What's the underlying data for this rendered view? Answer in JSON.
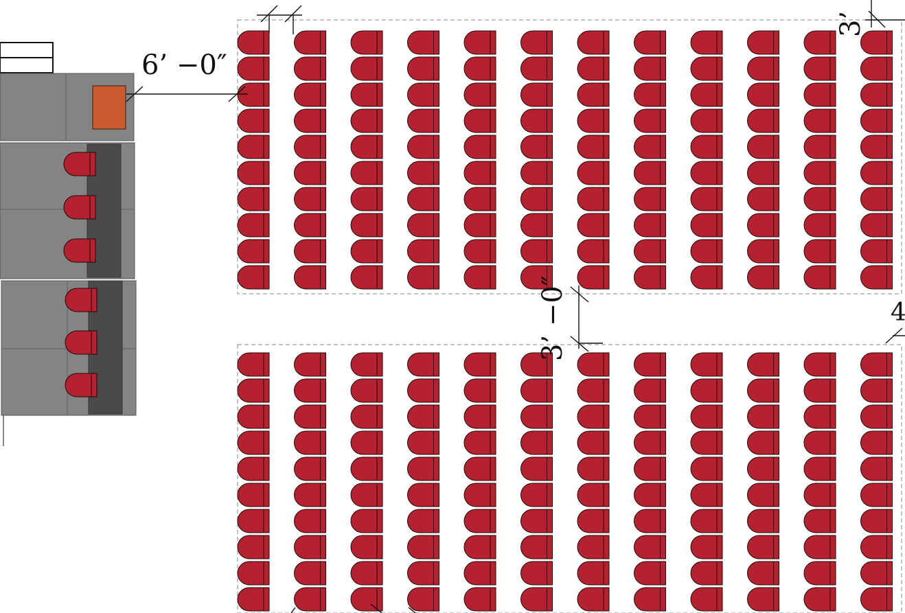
{
  "dimensions": {
    "stage_to_seating": "6’ −0″",
    "aisle_width": "3’ −0″",
    "right_edge_clearance": "3’",
    "right_edge_partial": "4"
  },
  "colors": {
    "seat_fill": "#b5212e",
    "seat_stroke": "#1a0a0a",
    "stage_fill": "#848484",
    "stage_dark": "#4a4a4a",
    "podium_fill": "#c95a30",
    "grid_line": "#8a8a8a",
    "dim_line": "#111111"
  },
  "seating": {
    "upper_block": {
      "columns": 12,
      "rows": 10
    },
    "lower_block": {
      "columns": 12,
      "rows": 10
    }
  },
  "stage": {
    "tables": [
      {
        "seats": 3
      },
      {
        "seats": 3
      }
    ],
    "podium_icon": "podium-icon"
  }
}
